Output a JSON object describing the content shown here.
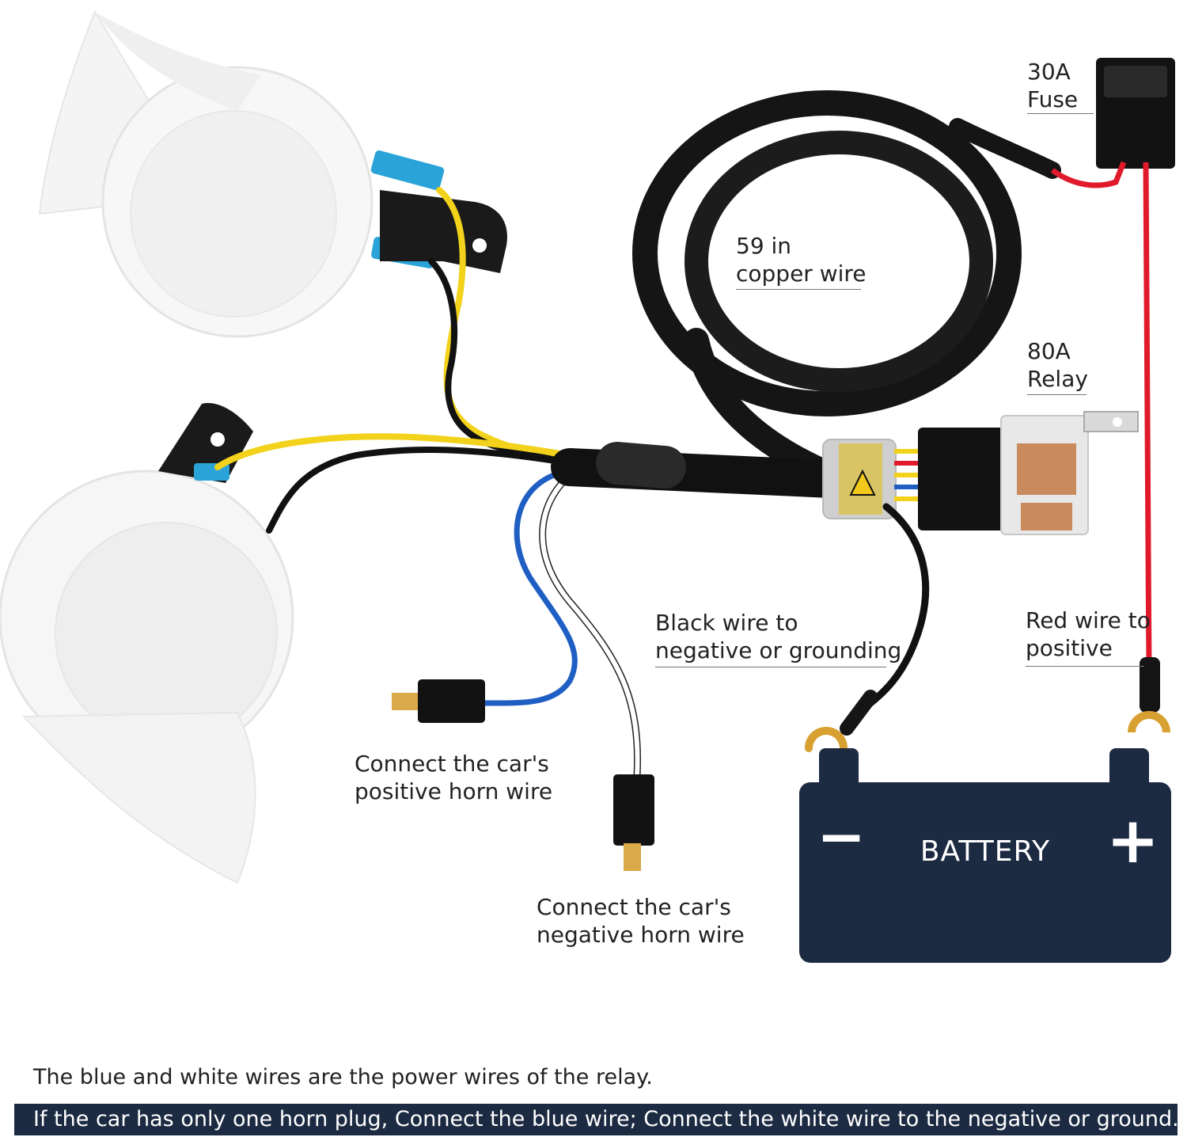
{
  "labels": {
    "fuse": [
      "30A",
      "Fuse"
    ],
    "wire": [
      "59 in",
      "copper wire"
    ],
    "relay": [
      "80A",
      "Relay"
    ],
    "black_wire": [
      "Black wire to",
      "negative or grounding"
    ],
    "red_wire": [
      "Red wire to",
      "positive"
    ],
    "positive_horn": [
      "Connect the car's",
      "positive horn wire"
    ],
    "negative_horn": [
      "Connect the car's",
      "negative horn wire"
    ]
  },
  "battery": {
    "label": "BATTERY",
    "minus": "−",
    "plus": "+"
  },
  "notes": {
    "line1": "The blue and white wires are the power wires of the relay.",
    "line2": "If the car has only one horn plug, Connect the blue wire; Connect the white wire to the negative or ground."
  },
  "colors": {
    "battery": "#1c2a42",
    "banner": "#1c2a42",
    "red_wire": "#e01a2b",
    "yellow_wire": "#f2d21b",
    "blue_wire": "#1f5fc4",
    "black_wire": "#111111",
    "horn": "#f2f2f2"
  }
}
